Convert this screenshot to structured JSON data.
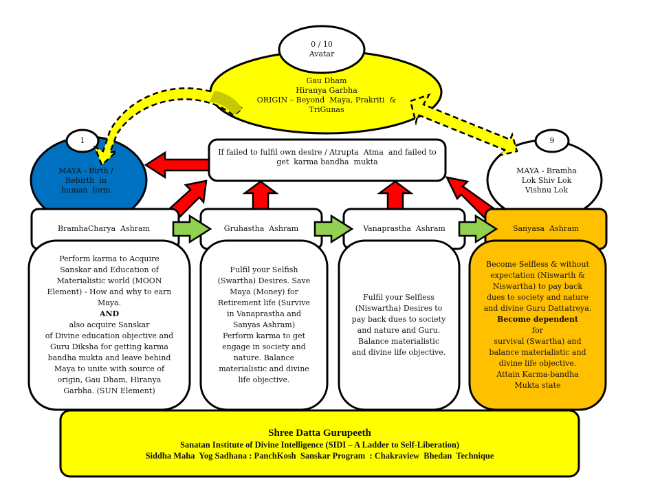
{
  "colors": {
    "yellow": "#ffff00",
    "blue": "#0070c0",
    "orange": "#ffc000",
    "red": "#ff0000",
    "green": "#92d050",
    "olive": "#c8c800",
    "white": "#ffffff",
    "stroke": "#000000"
  },
  "top_node": {
    "badge_line1": "0 / 10",
    "badge_line2": "Avatar",
    "lines": [
      "Gau Dham",
      "Hiranya Garbha",
      "ORIGIN – Beyond  Maya, Prakriti  &",
      "TriGunas"
    ]
  },
  "left_node": {
    "badge": "1",
    "lines": [
      "MAYA - Birth /",
      "Rebirth  in",
      "human  form"
    ]
  },
  "right_node": {
    "badge": "9",
    "lines": [
      "MAYA - Bramha",
      "Lok Shiv Lok",
      "Vishnu Lok"
    ]
  },
  "failure_box": {
    "lines": [
      "If failed to fulfil own desire / Atrupta  Atma  and failed to",
      "get  karma bandha  mukta"
    ]
  },
  "ashrams": [
    {
      "title": "BramhaCharya  Ashram",
      "html": "Perform  karma to Acquire<br>Sanskar and Education of<br>Materialistic world (MOON<br>Element)  - How and why to earn<br>Maya. <b>AND</b> also acquire Sanskar<br>of Divine education objective and<br>Guru Diksha for getting  karma<br>bandha mukta and leave behind<br>Maya to unite with source of<br>origin, Gau Dham, Hiranya<br>Garbha.  (SUN Element)",
      "description": "Perform karma to Acquire Sanskar and Education of Materialistic world (MOON Element) - How and why to earn Maya. AND also acquire Sanskar of Divine education objective and Guru Diksha for getting karma bandha mukta and leave behind Maya to unite with source of origin, Gau Dham, Hiranya Garbha. (SUN Element)"
    },
    {
      "title": "Gruhastha  Ashram",
      "html": "Fulfil your Selfish<br>(Swartha)   Desires. Save<br>Maya (Money)  for<br>Retirement  life (Survive<br>in Vanaprastha  and<br>Sanyas Ashram)<br>Perform  karma  to get<br>engage  in society and<br>nature.  Balance<br>materialistic and  divine<br>life objective.",
      "description": "Fulfil your Selfish (Swartha) Desires. Save Maya (Money) for Retirement life (Survive in Vanaprastha and Sanyas Ashram) Perform karma to get engage in society and nature. Balance materialistic and divine life objective."
    },
    {
      "title": "Vanaprastha  Ashram",
      "html": "Fulfil your Selfless<br>(Niswartha)  Desires to<br>pay back dues to society<br>and nature  and Guru.<br>Balance  materialistic<br>and divine life objective.",
      "description": "Fulfil your Selfless (Niswartha) Desires to pay back dues to society and nature and Guru. Balance materialistic and divine life objective."
    },
    {
      "title": "Sanyasa  Ashram",
      "html": "Become Selfless &amp; without<br>expectation  (Niswarth &amp;<br>Niswartha)  to pay back<br>dues to society and nature<br>and divine Guru Dattatreya.<br><b>Become dependent</b> for<br>survival (Swartha)  and<br>balance  materialistic and<br>divine life objective.<br>Attain  Karma-bandha<br>Mukta state",
      "description": "Become Selfless & without expectation (Niswarth & Niswartha) to pay back dues to society and nature and divine Guru Dattatreya. Become dependent for survival (Swartha) and balance materialistic and divine life objective. Attain Karma-bandha Mukta state"
    }
  ],
  "footer": {
    "title": "Shree Datta Gurupeeth",
    "line1": "Sanatan Institute of Divine Intelligence (SIDI – A Ladder to Self-Liberation)",
    "line2": "Siddha Maha  Yog Sadhana : PanchKosh  Sanskar Program  : Chakraview  Bhedan  Technique"
  },
  "arrows": {
    "progression": "green-right-arrow",
    "failure": "red-up-arrow",
    "origin_links": "yellow-dashed-curved-arrow"
  }
}
